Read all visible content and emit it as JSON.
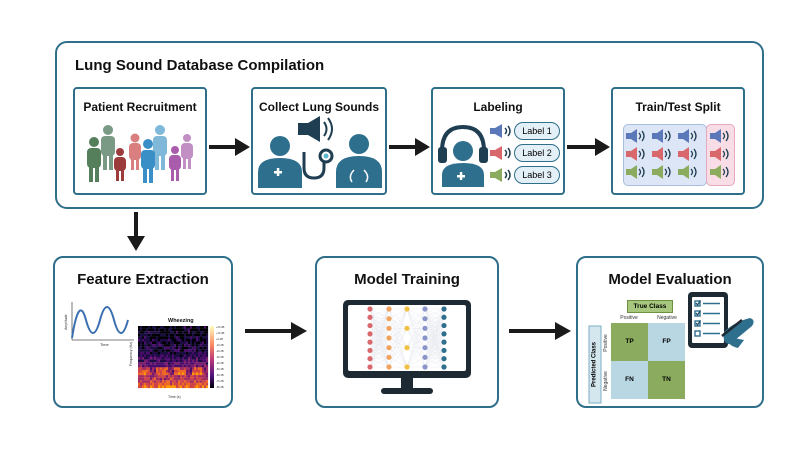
{
  "top_section": {
    "title": "Lung Sound Database Compilation",
    "steps": [
      {
        "title": "Patient Recruitment"
      },
      {
        "title": "Collect Lung Sounds"
      },
      {
        "title": "Labeling",
        "labels": [
          "Label 1",
          "Label 2",
          "Label 3"
        ]
      },
      {
        "title": "Train/Test Split"
      }
    ]
  },
  "bottom_section": {
    "feature_extraction": {
      "title": "Feature Extraction",
      "waveform": {
        "ylabel": "Amplitude",
        "xlabel": "Time"
      },
      "spectrogram": {
        "title": "Wheezing",
        "ylabel": "Frequency (Hz)",
        "xlabel": "Time (s)",
        "colorbar_ticks": [
          "+20 dB",
          "+10 dB",
          "+0 dB",
          "-10 dB",
          "-20 dB",
          "-30 dB",
          "-40 dB",
          "-50 dB",
          "-60 dB",
          "-70 dB",
          "-80 dB"
        ]
      }
    },
    "model_training": {
      "title": "Model Training"
    },
    "model_evaluation": {
      "title": "Model Evaluation",
      "matrix": {
        "true_class": "True Class",
        "predicted_class": "Predicted Class",
        "positive": "Positive",
        "negative": "Negative",
        "cells": [
          "TP",
          "FP",
          "FN",
          "TN"
        ]
      }
    }
  },
  "colors": {
    "border": "#2f6f8a",
    "arrow": "#1a1a1a",
    "blue": "#5b79b8",
    "red": "#d9686c",
    "green": "#8bac5e",
    "teal": "#2e6f8e",
    "dark_teal": "#1f4f6a",
    "matrix_green": "#8bab5e",
    "matrix_blue": "#b9d6e3"
  }
}
